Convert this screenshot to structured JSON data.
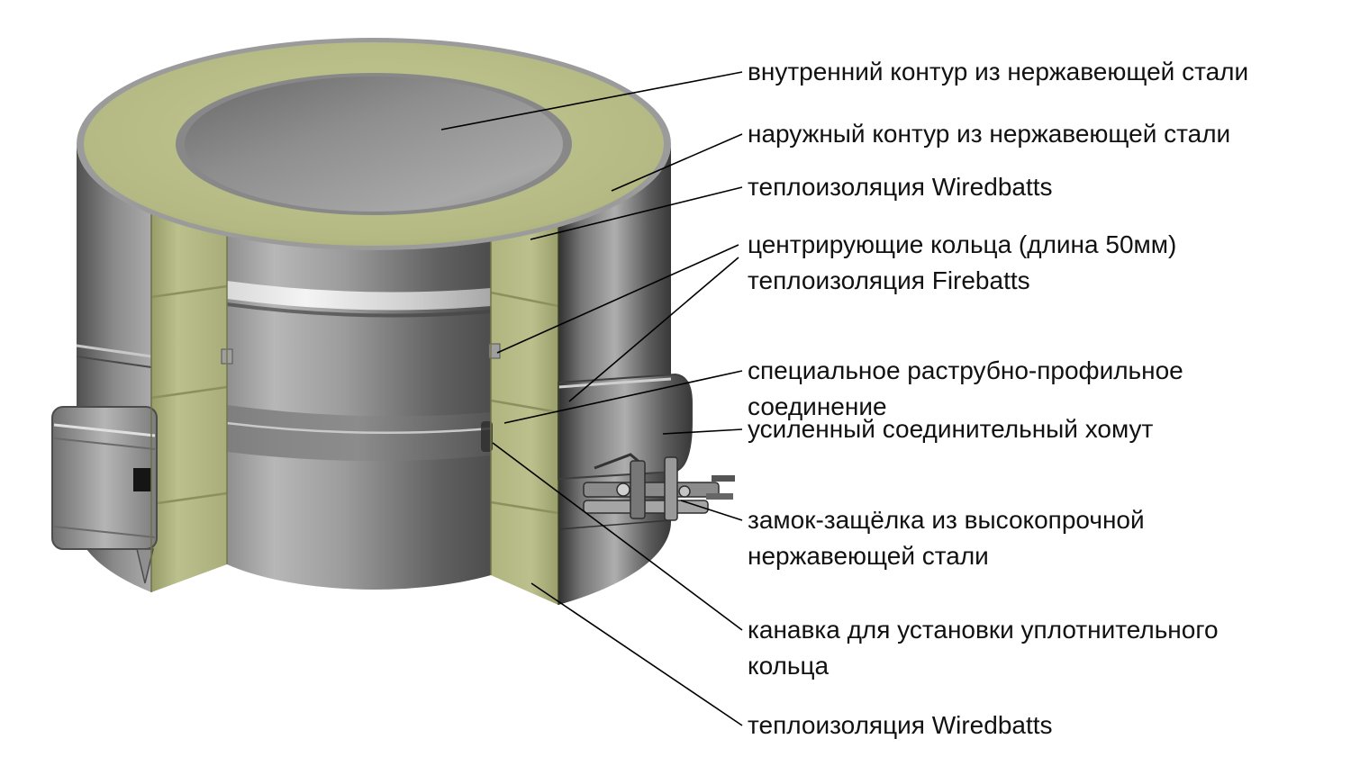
{
  "colors": {
    "background": "#ffffff",
    "insulation_green": "#b7bb88",
    "steel_light": "#b3b3b3",
    "steel_dark": "#474747",
    "callout_line": "#000000",
    "text": "#111111"
  },
  "labels": [
    {
      "id": "inner-contour",
      "lines": [
        "внутренний контур из нержавеющей стали"
      ]
    },
    {
      "id": "outer-contour",
      "lines": [
        "наружный контур из нержавеющей стали"
      ]
    },
    {
      "id": "insulation-wiredbatts-upper",
      "lines": [
        "теплоизоляция Wiredbatts"
      ]
    },
    {
      "id": "centering-rings",
      "lines": [
        "центрирующие кольца (длина 50мм)",
        "теплоизоляция Firebatts"
      ]
    },
    {
      "id": "socket-profile-joint",
      "lines": [
        "специальное раструбно-профильное",
        "соединение"
      ]
    },
    {
      "id": "reinforced-clamp",
      "lines": [
        "усиленный соединительный хомут"
      ]
    },
    {
      "id": "latch-lock",
      "lines": [
        "замок-защёлка из высокопрочной",
        "нержавеющей стали"
      ]
    },
    {
      "id": "sealing-ring-groove",
      "lines": [
        "канавка для установки уплотнительного",
        "кольца"
      ]
    },
    {
      "id": "insulation-wiredbatts-lower",
      "lines": [
        "теплоизоляция Wiredbatts"
      ]
    }
  ]
}
